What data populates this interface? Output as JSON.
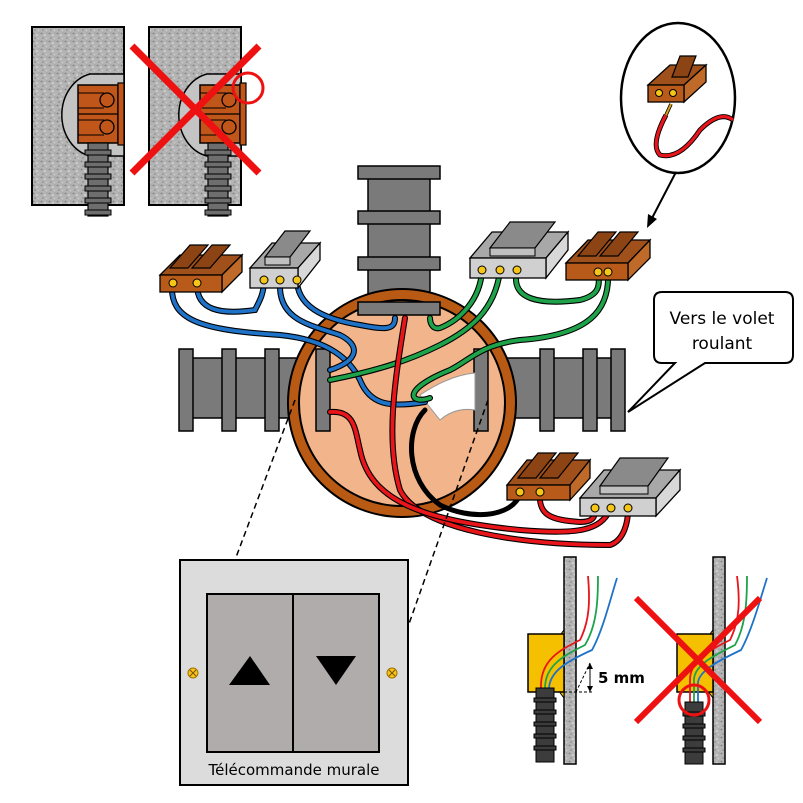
{
  "diagram": {
    "title": "Raccordement d'une télécommande murale de volet roulant",
    "callout_label_line1": "Vers le volet",
    "callout_label_line2": "roulant",
    "switch_label": "Télécommande murale",
    "dimension_label": "5 mm",
    "switch_buttons": [
      {
        "name": "up-button",
        "icon": "triangle-up"
      },
      {
        "name": "down-button",
        "icon": "triangle-down"
      }
    ],
    "wire_colors": {
      "phase": "#e8151b",
      "neutral": "#1e73c8",
      "earth": "#1ea34a",
      "black": "#111111",
      "stripped_tip": "#d4a017"
    },
    "colors": {
      "connector_brown": "#c0561a",
      "connector_gray": "#c8c8c8",
      "junction_box_ring": "#b85a14",
      "junction_box_inner": "#f2b48a",
      "conduit": "#7a7a7a",
      "wall_plate": "#dcdcdc",
      "switch_rocker": "#b0acab",
      "screw": "#f5c518",
      "plaster_box": "#f5c000",
      "forbidden_cross": "#ee1111"
    },
    "panels": [
      {
        "name": "correct-terminal-placement",
        "status": "correct"
      },
      {
        "name": "incorrect-terminal-placement",
        "status": "forbidden"
      },
      {
        "name": "correct-conduit-depth",
        "status": "correct"
      },
      {
        "name": "incorrect-conduit-depth",
        "status": "forbidden"
      }
    ]
  }
}
